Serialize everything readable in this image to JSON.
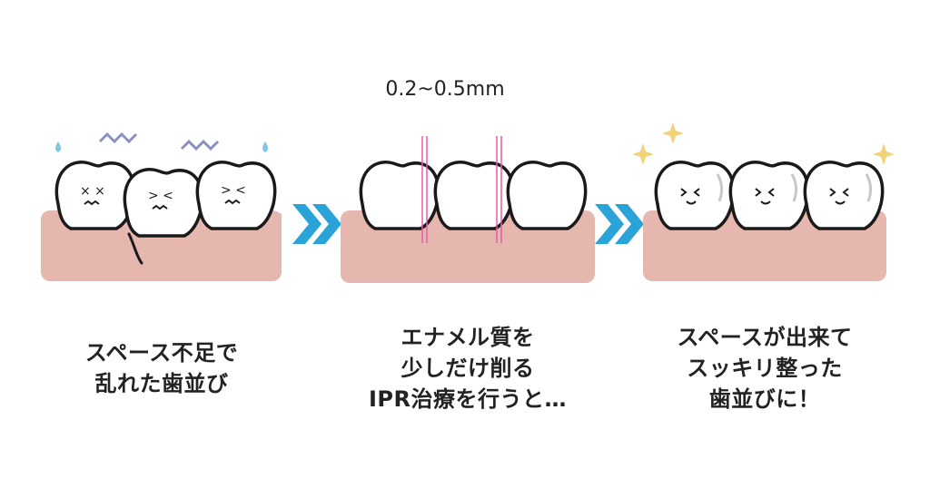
{
  "measurement_label": "0.2~0.5mm",
  "steps": [
    {
      "caption_lines": [
        "スペース不足で",
        "乱れた歯並び"
      ]
    },
    {
      "caption_lines": [
        "エナメル質を",
        "少しだけ削る",
        "IPR治療を行うと…"
      ]
    },
    {
      "caption_lines": [
        "スペースが出来て",
        "スッキリ整った",
        "歯並びに！"
      ]
    }
  ],
  "colors": {
    "gum": "#e5b7ae",
    "tooth_outline": "#1a1a1a",
    "arrow": "#2aa3d8",
    "ipr_line": "#e85aa8",
    "sparkle": "#f2d37a",
    "squiggle": "#8a92c4",
    "sweat": "#7fc6e6"
  }
}
